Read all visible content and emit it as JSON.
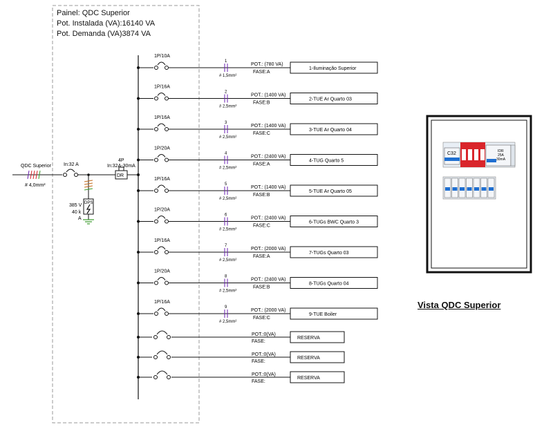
{
  "panel": {
    "title": "Painel: QDC Superior",
    "installed": "Pot. Instalada (VA):16140 VA",
    "demand": "Pot. Demanda (VA)3874 VA"
  },
  "feeder": {
    "label": "QDC Superior",
    "cable": "# 4,0mm²",
    "breaker": "In:32 A",
    "dr_poles": "4P",
    "dr_rating": "In:32A-30mA",
    "dr_label": "DR",
    "dps_label": "DPS",
    "dps_voltage": "385 V",
    "dps_current": "40 k",
    "dps_unit": "A"
  },
  "circuits": [
    {
      "breaker": "1P/10A",
      "wire_no": "1",
      "cable": "# 1,5mm²",
      "pot": "POT.: (780 VA)",
      "fase": "FASE:A",
      "label": "1-Iluminação Superior"
    },
    {
      "breaker": "1P/16A",
      "wire_no": "2",
      "cable": "# 2,5mm²",
      "pot": "POT.: (1400 VA)",
      "fase": "FASE:B",
      "label": "2-TUE Ar Quarto 03"
    },
    {
      "breaker": "1P/16A",
      "wire_no": "3",
      "cable": "# 2,5mm²",
      "pot": "POT.: (1400 VA)",
      "fase": "FASE:C",
      "label": "3-TUE Ar Quarto 04"
    },
    {
      "breaker": "1P/20A",
      "wire_no": "4",
      "cable": "# 2,5mm²",
      "pot": "POT.: (2400 VA)",
      "fase": "FASE:A",
      "label": "4-TUG Quarto 5"
    },
    {
      "breaker": "1P/16A",
      "wire_no": "5",
      "cable": "# 2,5mm²",
      "pot": "POT.: (1400 VA)",
      "fase": "FASE:B",
      "label": "5-TUE Ar Quarto 05"
    },
    {
      "breaker": "1P/20A",
      "wire_no": "6",
      "cable": "# 2,5mm²",
      "pot": "POT.: (2400 VA)",
      "fase": "FASE:C",
      "label": "6-TUGs BWC Quarto 3"
    },
    {
      "breaker": "1P/16A",
      "wire_no": "7",
      "cable": "# 2,5mm²",
      "pot": "POT.: (2000 VA)",
      "fase": "FASE:A",
      "label": "7-TUGs Quarto 03"
    },
    {
      "breaker": "1P/20A",
      "wire_no": "8",
      "cable": "# 2,5mm²",
      "pot": "POT.: (2400 VA)",
      "fase": "FASE:B",
      "label": "8-TUGs  Quarto 04"
    },
    {
      "breaker": "1P/16A",
      "wire_no": "9",
      "cable": "# 2,5mm²",
      "pot": "POT.: (2000 VA)",
      "fase": "FASE:C",
      "label": "9-TUE Boiler"
    }
  ],
  "reserves": [
    {
      "pot": "POT.:0(VA)",
      "fase": "FASE:",
      "label": "RESERVA"
    },
    {
      "pot": "POT.:0(VA)",
      "fase": "FASE:",
      "label": "RESERVA"
    },
    {
      "pot": "POT.:0(VA)",
      "fase": "FASE:",
      "label": "RESERVA"
    }
  ],
  "view": {
    "title": "Vista QDC Superior",
    "module_c32": "C32",
    "module_idr": "IDR",
    "module_idr_rating": "25A",
    "module_idr_sens": "30mA"
  },
  "colors": {
    "wire": "#111111",
    "phase_mark": "#6a1fb0",
    "ground_mark": "#3a9a2a",
    "dps_mark": "#c46a1a",
    "breaker_red": "#d9252b",
    "breaker_blue": "#1f6fd1",
    "panel_dash": "#9a9a9a"
  }
}
